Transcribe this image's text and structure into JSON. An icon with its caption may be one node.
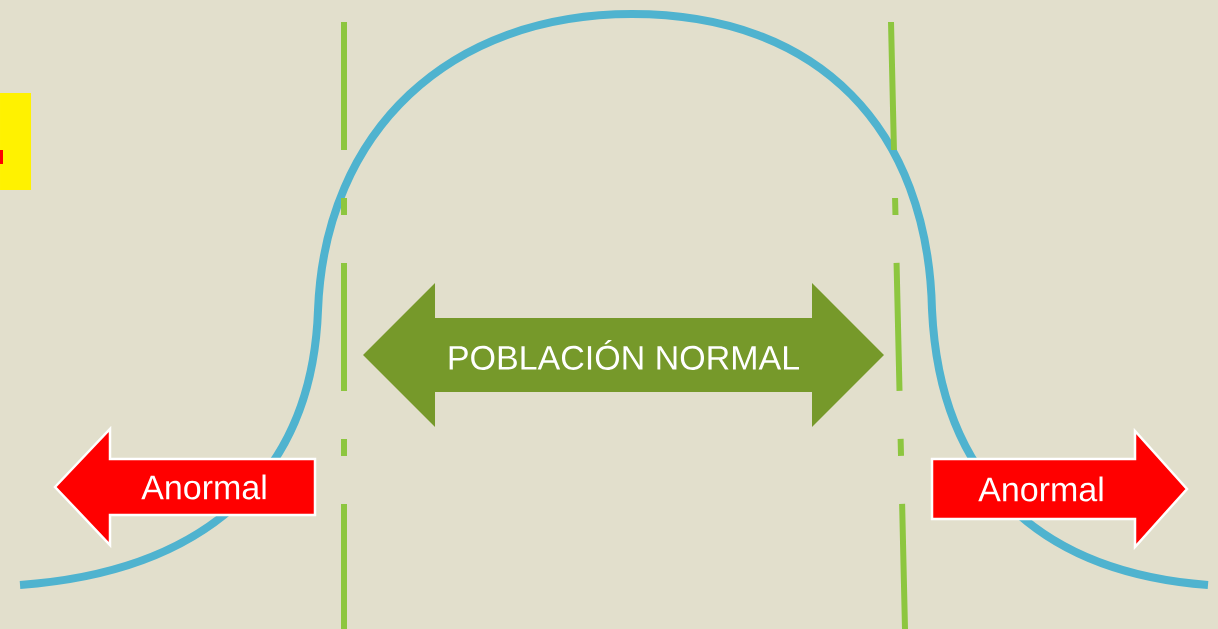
{
  "diagram": {
    "nodes": [
      {
        "text": [
          "POBLACIÓN NORMAL"
        ]
      },
      {
        "text": [
          "Anormal"
        ]
      },
      {
        "text": [
          "Anormal"
        ]
      }
    ]
  }
}
